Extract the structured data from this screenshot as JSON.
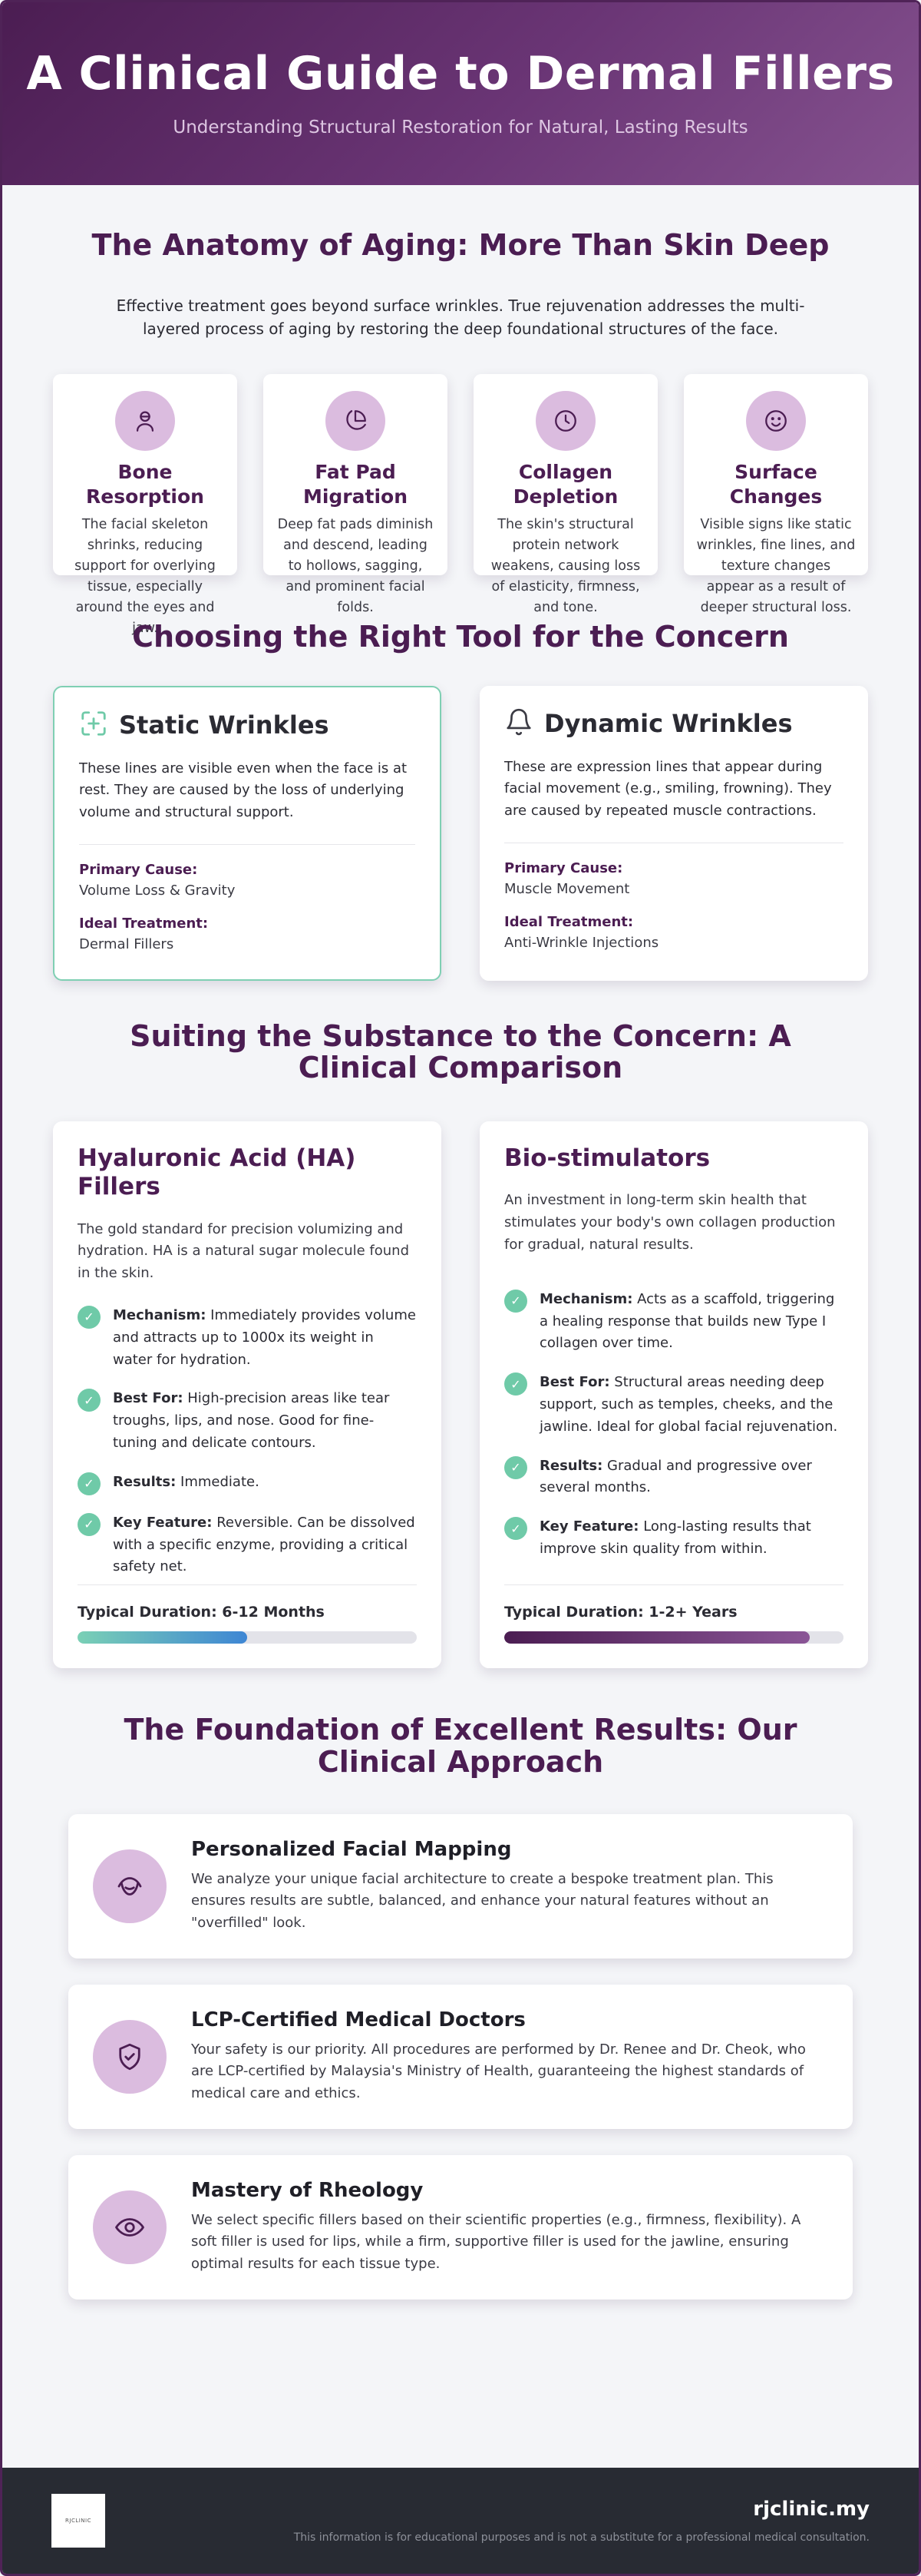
{
  "header": {
    "title": "A Clinical Guide to Dermal Fillers",
    "subtitle": "Understanding Structural Restoration for Natural, Lasting Results"
  },
  "anatomy": {
    "title": "The Anatomy of Aging: More Than Skin Deep",
    "intro": "Effective treatment goes beyond surface wrinkles. True rejuvenation addresses the multi-layered process of aging by restoring the deep foundational structures of the face.",
    "cards": [
      {
        "icon": "person-icon",
        "title": "Bone Resorption",
        "text": "The facial skeleton shrinks, reducing support for overlying tissue, especially around the eyes and jaw."
      },
      {
        "icon": "pie-chart-icon",
        "title": "Fat Pad Migration",
        "text": "Deep fat pads diminish and descend, leading to hollows, sagging, and prominent facial folds."
      },
      {
        "icon": "clock-icon",
        "title": "Collagen Depletion",
        "text": "The skin's structural protein network weakens, causing loss of elasticity, firmness, and tone."
      },
      {
        "icon": "smile-icon",
        "title": "Surface Changes",
        "text": "Visible signs like static wrinkles, fine lines, and texture changes appear as a result of deeper structural loss."
      }
    ]
  },
  "tools": {
    "title": "Choosing the Right Tool for the Concern",
    "cards": [
      {
        "icon": "focus-plus-icon",
        "title": "Static Wrinkles",
        "text": "These lines are visible even when the face is at rest. They are caused by the loss of underlying volume and structural support.",
        "cause_label": "Primary Cause:",
        "cause": "Volume Loss & Gravity",
        "treatment_label": "Ideal Treatment:",
        "treatment": "Dermal Fillers"
      },
      {
        "icon": "bell-icon",
        "title": "Dynamic Wrinkles",
        "text": "These are expression lines that appear during facial movement (e.g., smiling, frowning). They are caused by repeated muscle contractions.",
        "cause_label": "Primary Cause:",
        "cause": "Muscle Movement",
        "treatment_label": "Ideal Treatment:",
        "treatment": "Anti-Wrinkle Injections"
      }
    ]
  },
  "comparison": {
    "title": "Suiting the Substance to the Concern: A Clinical Comparison",
    "cards": [
      {
        "title": "Hyaluronic Acid (HA) Fillers",
        "intro": "The gold standard for precision volumizing and hydration. HA is a natural sugar molecule found in the skin.",
        "features": [
          {
            "label": "Mechanism:",
            "text": "Immediately provides volume and attracts up to 1000x its weight in water for hydration."
          },
          {
            "label": "Best For:",
            "text": "High-precision areas like tear troughs, lips, and nose. Good for fine-tuning and delicate contours."
          },
          {
            "label": "Results:",
            "text": "Immediate."
          },
          {
            "label": "Key Feature:",
            "text": "Reversible. Can be dissolved with a specific enzyme, providing a critical safety net."
          }
        ],
        "duration": "Typical Duration: 6-12 Months",
        "duration_fill": 0.5
      },
      {
        "title": "Bio-stimulators",
        "intro": "An investment in long-term skin health that stimulates your body's own collagen production for gradual, natural results.",
        "features": [
          {
            "label": "Mechanism:",
            "text": "Acts as a scaffold, triggering a healing response that builds new Type I collagen over time."
          },
          {
            "label": "Best For:",
            "text": "Structural areas needing deep support, such as temples, cheeks, and the jawline. Ideal for global facial rejuvenation."
          },
          {
            "label": "Results:",
            "text": "Gradual and progressive over several months."
          },
          {
            "label": "Key Feature:",
            "text": "Long-lasting results that improve skin quality from within."
          }
        ],
        "duration": "Typical Duration: 1-2+ Years",
        "duration_fill": 0.9
      }
    ]
  },
  "approach": {
    "title": "The Foundation of Excellent Results: Our Clinical Approach",
    "items": [
      {
        "icon": "face-mapping-icon",
        "title": "Personalized Facial Mapping",
        "text": "We analyze your unique facial architecture to create a bespoke treatment plan. This ensures results are subtle, balanced, and enhance your natural features without an \"overfilled\" look."
      },
      {
        "icon": "shield-check-icon",
        "title": "LCP-Certified Medical Doctors",
        "text": "Your safety is our priority. All procedures are performed by Dr. Renee and Dr. Cheok, who are LCP-certified by Malaysia's Ministry of Health, guaranteeing the highest standards of medical care and ethics."
      },
      {
        "icon": "eye-icon",
        "title": "Mastery of Rheology",
        "text": "We select specific fillers based on their scientific properties (e.g., firmness, flexibility). A soft filler is used for lips, while a firm, supportive filler is used for the jawline, ensuring optimal results for each tissue type."
      }
    ]
  },
  "footer": {
    "logo_text": "RJCLINIC",
    "brand": "rjclinic.my",
    "disclaimer": "This information is for educational purposes and is not a substitute for a professional medical consultation."
  },
  "colors": {
    "brand_purple": "#4b1d52",
    "icon_bg": "#dbbcdf",
    "check_green": "#6fcaa8"
  }
}
